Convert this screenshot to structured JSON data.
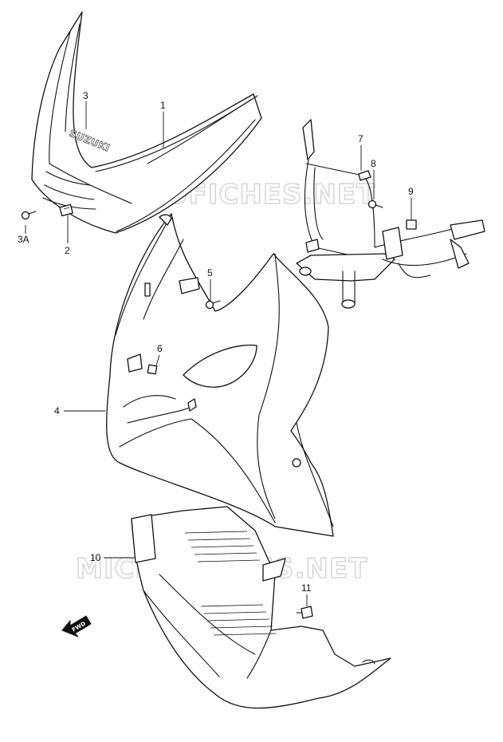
{
  "watermark": {
    "top": "MICROFICHES.NET",
    "bottom": "MICROFICHES.NET"
  },
  "brand_text": "SUZUKI",
  "arrow_label": "FWD",
  "callouts": {
    "p1": "1",
    "p2": "2",
    "p3": "3",
    "p3a": "3A",
    "p4": "4",
    "p5": "5",
    "p6": "6",
    "p7": "7",
    "p8": "8",
    "p9": "9",
    "p10": "10",
    "p11": "11"
  }
}
